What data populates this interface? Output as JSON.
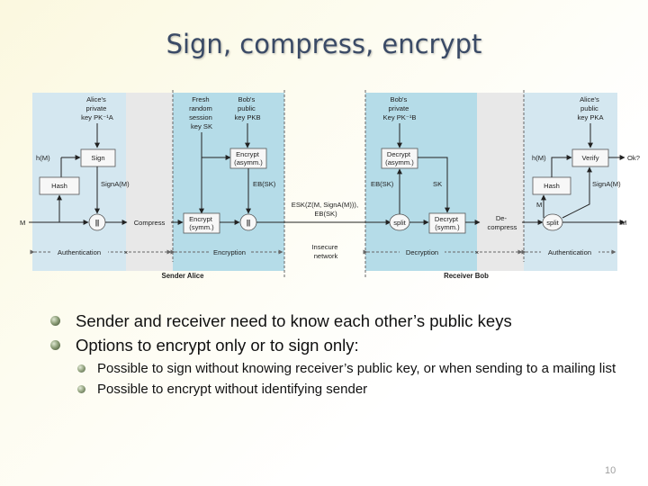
{
  "slide": {
    "title": "Sign, compress, encrypt",
    "page_number": "10"
  },
  "diagram": {
    "columns": {
      "alice_priv": [
        "Alice's",
        "private",
        "key PK⁻¹A"
      ],
      "fresh": [
        "Fresh",
        "random",
        "session",
        "key SK"
      ],
      "bob_pub": [
        "Bob's",
        "public",
        "key PKB"
      ],
      "bob_priv": [
        "Bob's",
        "private",
        "Key PK⁻¹B"
      ],
      "alice_pub": [
        "Alice's",
        "public",
        "key PKA"
      ]
    },
    "boxes": {
      "sign": "Sign",
      "hash_left": "Hash",
      "concat_left": "||",
      "compress": "Compress",
      "encrypt_symm": [
        "Encrypt",
        "(symm.)"
      ],
      "concat_mid": "||",
      "encrypt_asymm": [
        "Encrypt",
        "(asymm.)"
      ],
      "decrypt_asymm": [
        "Decrypt",
        "(asymm.)"
      ],
      "split_mid": "split",
      "decrypt_symm": [
        "Decrypt",
        "(symm.)"
      ],
      "decompress": [
        "De-",
        "compress"
      ],
      "split_right": "split",
      "verify": "Verify",
      "hash_right": "Hash"
    },
    "labels": {
      "h_m_left": "h(M)",
      "m_left": "M",
      "sign_out": "SignA(M)",
      "encrypted_sk_left": "EB(SK)",
      "center_line1": "ESK(Z(M, SignA(M))),",
      "center_line2": "EB(SK)",
      "encrypted_sk_right": "EB(SK)",
      "sk": "SK",
      "h_m_right": "h(M)",
      "ok": "Ok?",
      "sign_in": "SignA(M)",
      "m_mid": "M",
      "m_right": "M",
      "authentication_left": "Authentication",
      "encryption": "Encryption",
      "insecure": [
        "Insecure",
        "network"
      ],
      "decryption": "Decryption",
      "authentication_right": "Authentication",
      "sender": "Sender Alice",
      "receiver": "Receiver Bob"
    }
  },
  "bullets": [
    {
      "text": "Sender and receiver need to know each other’s public keys",
      "children": []
    },
    {
      "text": "Options to encrypt only or to sign only:",
      "children": [
        "Possible to sign without knowing receiver’s public key, or when sending to a mailing list",
        "Possible to encrypt without identifying sender"
      ]
    }
  ],
  "colors": {
    "auth_bg": "#d4e7f0",
    "gray_bg": "#e8e8e8",
    "crypto_bg": "#b5dce8",
    "title": "#3a4a66"
  }
}
